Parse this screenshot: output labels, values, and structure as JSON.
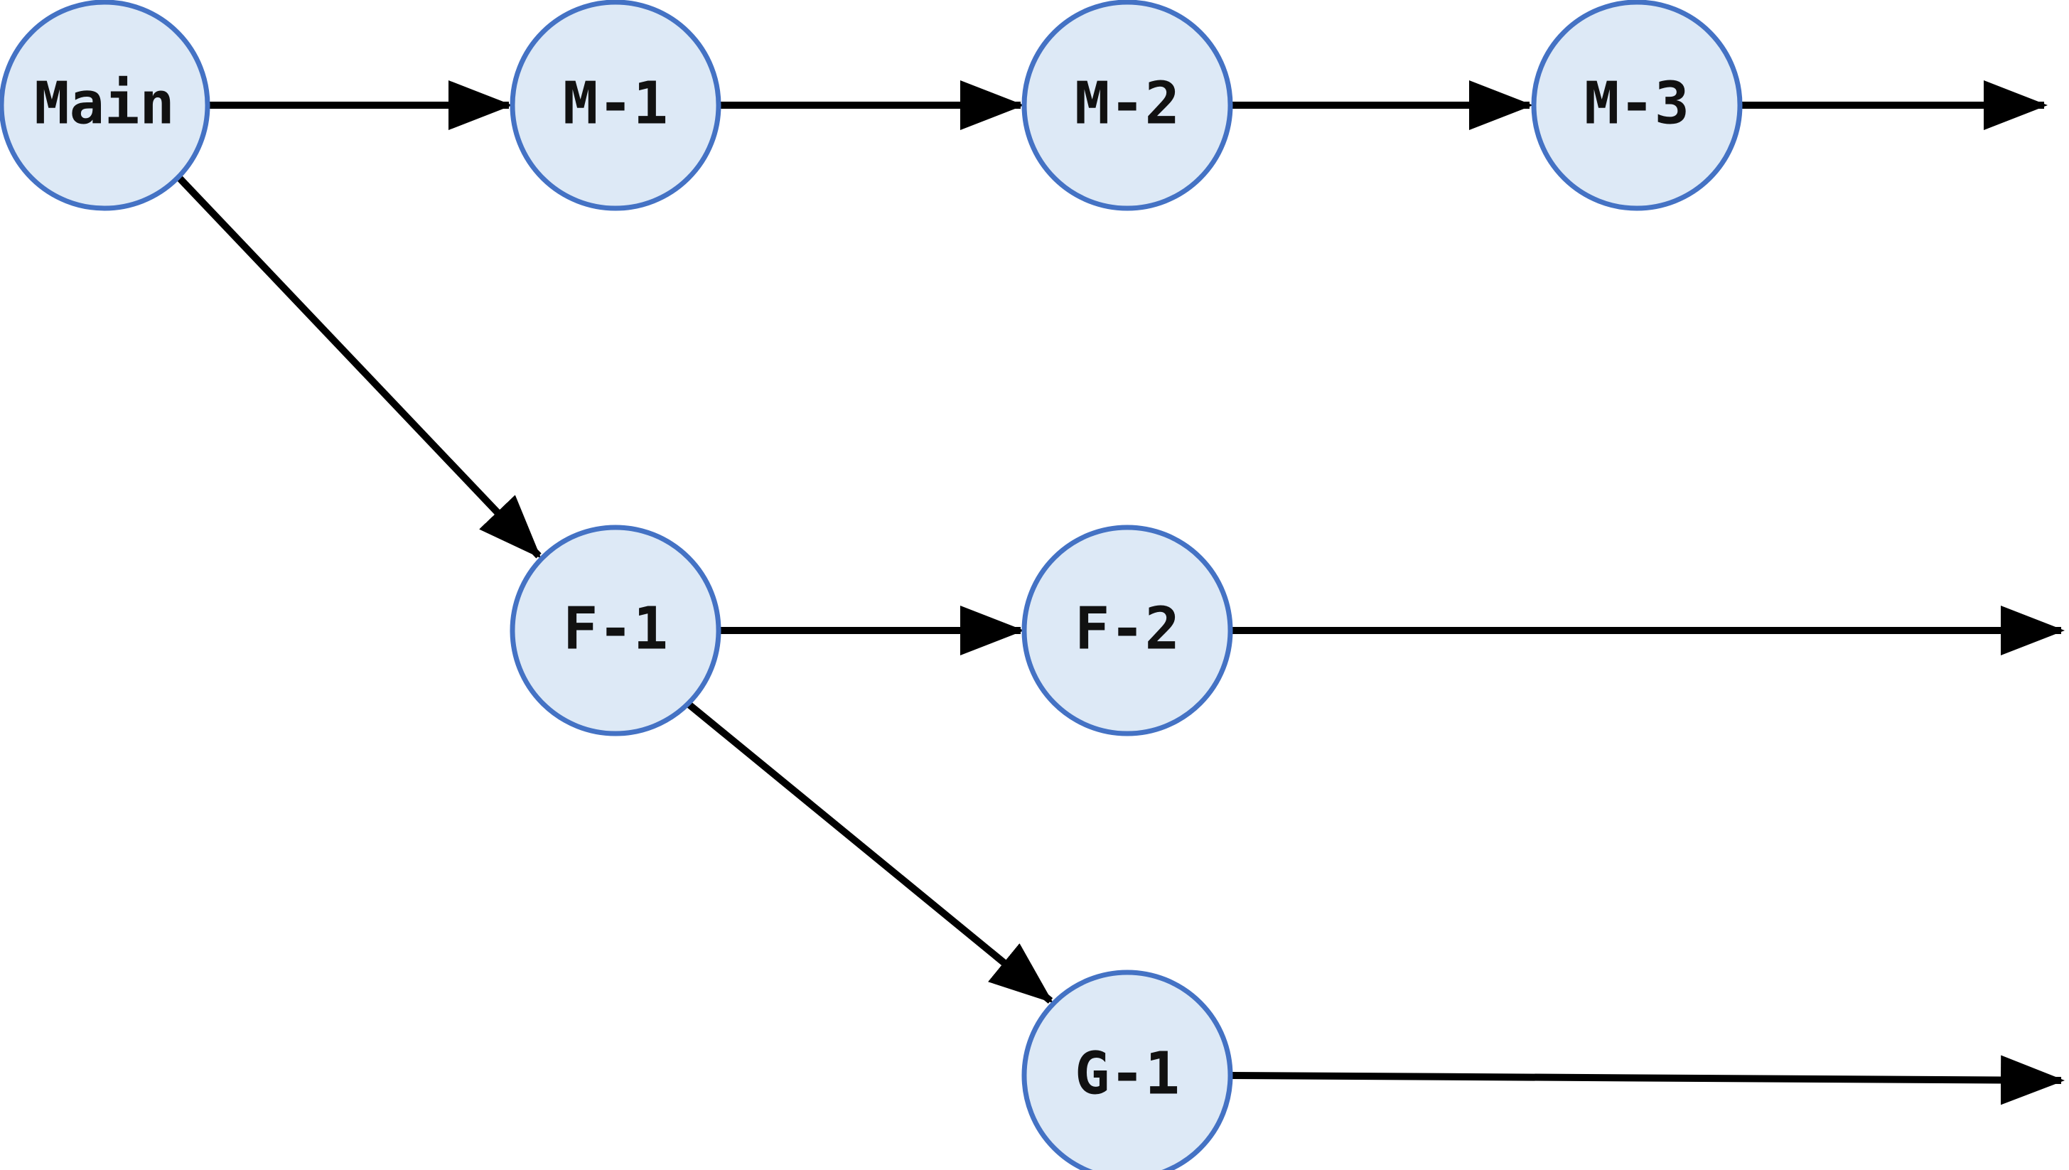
{
  "diagram": {
    "nodes": [
      {
        "id": "main",
        "label": "Main"
      },
      {
        "id": "m1",
        "label": "M-1"
      },
      {
        "id": "m2",
        "label": "M-2"
      },
      {
        "id": "m3",
        "label": "M-3"
      },
      {
        "id": "f1",
        "label": "F-1"
      },
      {
        "id": "f2",
        "label": "F-2"
      },
      {
        "id": "g1",
        "label": "G-1"
      }
    ],
    "edges": [
      {
        "from": "main",
        "to": "m1"
      },
      {
        "from": "m1",
        "to": "m2"
      },
      {
        "from": "m2",
        "to": "m3"
      },
      {
        "from": "m3",
        "to": null
      },
      {
        "from": "main",
        "to": "f1"
      },
      {
        "from": "f1",
        "to": "f2"
      },
      {
        "from": "f2",
        "to": null
      },
      {
        "from": "f1",
        "to": "g1"
      },
      {
        "from": "g1",
        "to": null
      }
    ],
    "colors": {
      "node_fill": "#dde9f6",
      "node_stroke": "#4472c4",
      "edge": "#000000",
      "label": "#111111"
    }
  }
}
